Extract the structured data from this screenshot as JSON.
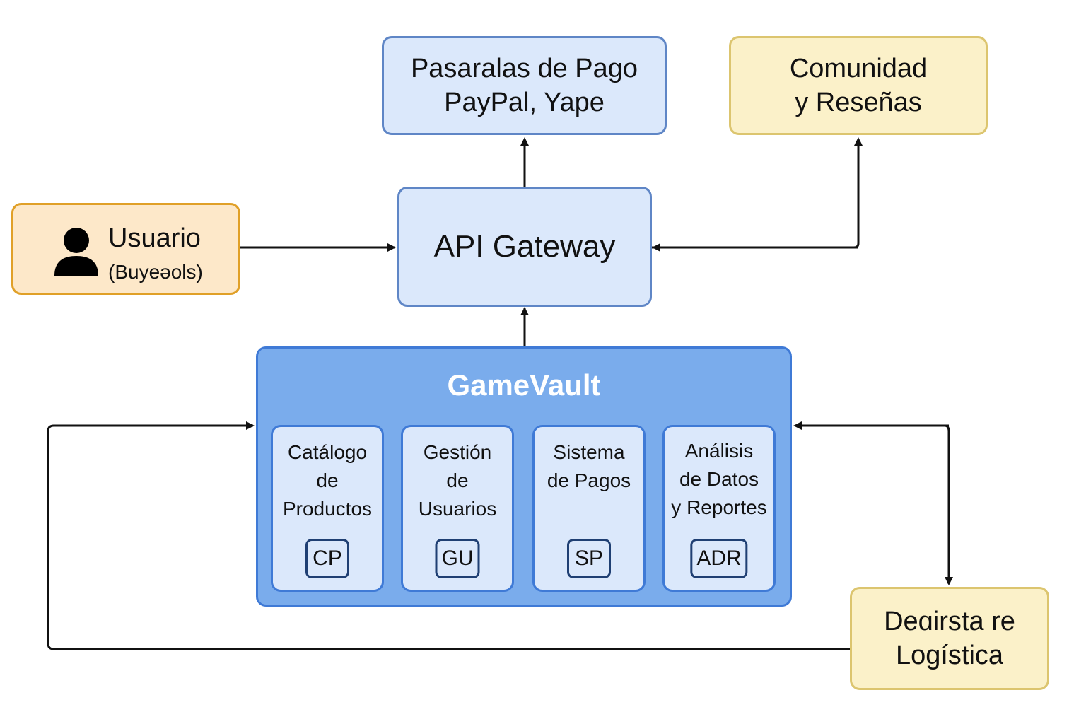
{
  "nodes": {
    "pasarelas": {
      "lines": [
        "Pasaralas de Pago",
        "PayPal, Yape"
      ]
    },
    "comunidad": {
      "lines": [
        "Comunidad",
        "y Reseñas"
      ]
    },
    "api_gateway": {
      "label": "API Gateway"
    },
    "usuario": {
      "name": "Usuario",
      "sub": "(Buyeəols)",
      "icon": "user-icon"
    },
    "logistica": {
      "lines": [
        "Deɑirsta re",
        "Logística"
      ]
    }
  },
  "gamevault": {
    "title": "GameVault",
    "modules": [
      {
        "lines": [
          "Catálogo",
          "de",
          "Productos"
        ],
        "code": "CP"
      },
      {
        "lines": [
          "Gestión",
          "de",
          "Usuarios"
        ],
        "code": "GU"
      },
      {
        "lines": [
          "Sistema",
          "de Pagos"
        ],
        "code": "SP"
      },
      {
        "lines": [
          "Análisis",
          "de Datos",
          "y Reportes"
        ],
        "code": "ADR"
      }
    ]
  },
  "colors": {
    "light_blue_fill": "#dbe8fb",
    "light_blue_border": "#5f86c6",
    "gamevault_fill": "#7aacec",
    "gamevault_border": "#3f7ad6",
    "yellow_fill": "#fbf1c9",
    "orange_fill": "#fde8c9",
    "arrow": "#111111"
  }
}
